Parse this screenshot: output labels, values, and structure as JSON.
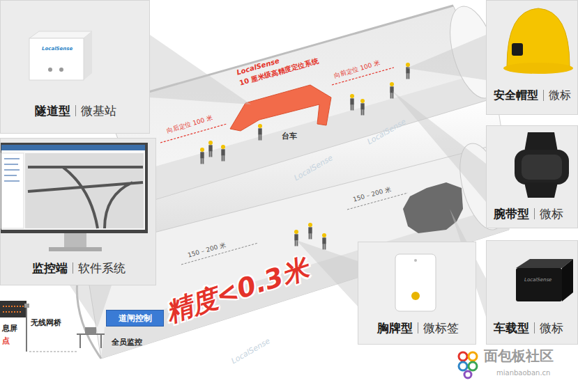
{
  "diagram": {
    "nodes": [
      {
        "text": [
          "隧道型",
          "微基站"
        ]
      },
      {
        "text": [
          "监控端",
          "软件系统"
        ]
      },
      {
        "text": [
          "安全帽型",
          "微标"
        ]
      },
      {
        "text": [
          "腕带型",
          "微标"
        ]
      },
      {
        "text": [
          "胸牌型",
          "微标签"
        ]
      },
      {
        "text": [
          "车载型",
          "微标"
        ]
      },
      {
        "text": [
          "道闸控制"
        ]
      }
    ],
    "labels": [
      "LocalSense",
      "10 厘米级高精度定位系统",
      "向后定位 100 米",
      "向前定位 100 米",
      "台车",
      "150 – 200 米",
      "150 – 200 米",
      "精度<0.3米",
      "无线网桥",
      "全员监控",
      "息屏",
      "点",
      "LocalSense",
      "LocalSense",
      "LocalSense",
      "面包板社区",
      "mianbaoban.cn",
      "LocalSense",
      "LocalSense"
    ]
  }
}
